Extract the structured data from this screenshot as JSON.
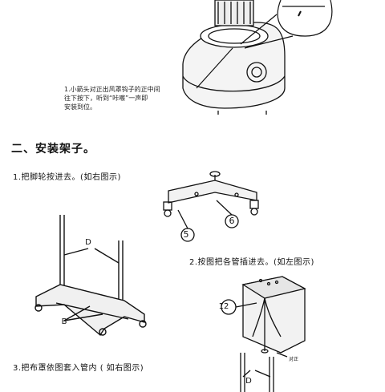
{
  "top_note": {
    "lines": [
      "1.小箭头对正出风罩钩子的正中间",
      "往下按下，听到“咔嚓”一声即",
      "安装到位。"
    ]
  },
  "section": {
    "heading": "二、安装架子。"
  },
  "steps": {
    "step1": "1.把脚轮按进去。(如右图示)",
    "step2": "2.按图把各管插进去。(如左图示)",
    "step3": "3.把布罩依图套入管内 ( 如右图示)"
  },
  "callouts": {
    "c5": "5",
    "c6": "6",
    "c12": "12",
    "d_frame": "D",
    "b_frame": "B",
    "d_pole": "D",
    "small_tag": "对正"
  },
  "colors": {
    "line": "#111111",
    "paper": "#ffffff",
    "shade": "#e6e6e6"
  }
}
